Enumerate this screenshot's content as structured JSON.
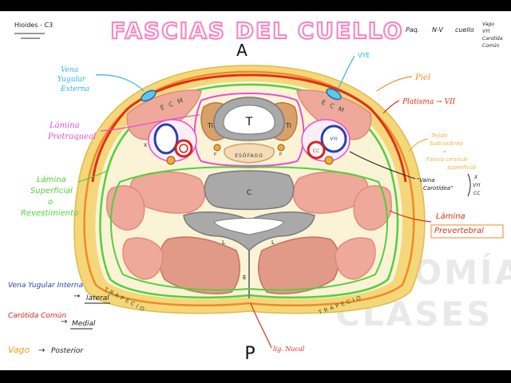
{
  "title": "FASCIAS DEL CUELLO",
  "corner_note": "Hioides - C3",
  "top_ref": {
    "prefix": "Paq.",
    "name": "N-V",
    "region": "cuello",
    "items": [
      "Vago",
      "VYI",
      "Carotida",
      "Común"
    ]
  },
  "orientation": {
    "anterior": "A",
    "posterior": "P"
  },
  "labels": {
    "vena_yugular_externa": [
      "Vena",
      "Yugular",
      "Externa"
    ],
    "vye": "VYE",
    "piel": "Piel",
    "platisma": "Platisma → VII",
    "lamina_pretraqueal": [
      "Lámina",
      "Pretraqueal"
    ],
    "tejido_subcutaneo": [
      "Tejido",
      "Subcutáneo",
      "+",
      "Fascia cervical",
      "superficial"
    ],
    "vaina_carotidea": [
      "\"Vaina",
      "Carotídea\""
    ],
    "vaina_contents": [
      "X",
      "VYI",
      "CC"
    ],
    "lamina_superficial": [
      "Lámina",
      "Superficial",
      "o",
      "Revestimiento"
    ],
    "lamina_prevertebral": [
      "Lámina",
      "Prevertebral"
    ],
    "lig_nucal": "lig. Nucal"
  },
  "structures": {
    "trachea": "T",
    "thyroid_left": "Ti",
    "thyroid_right": "Ti",
    "esophagus": "ESÓFAGO",
    "vertebral_body": "C",
    "lamina_left": "L",
    "lamina_right": "L",
    "spinous": "E",
    "scm_left": "ECM",
    "scm_right": "ECM",
    "trapecio_left": "TRAPECIO",
    "trapecio_right": "TRAPECIO",
    "vessel_vyi": "VYI",
    "vessel_cc": "CC",
    "nerve_x_left": "X",
    "nerve_p_left": "P",
    "nerve_p_right": "P",
    "small_p_left": "P",
    "small_p_right": "P"
  },
  "legend": [
    {
      "term": "Vena Yugular Interna",
      "arrow": "→",
      "position": "lateral",
      "color": "#2a3fb0"
    },
    {
      "term": "Carótida Común",
      "arrow": "→",
      "position": "Medial",
      "color": "#d9221d"
    },
    {
      "term": "Vago",
      "arrow": "→",
      "position": "Posterior",
      "color": "#e8a117"
    }
  ],
  "watermark": [
    "ANATOMÍA",
    "CLASES"
  ],
  "colors": {
    "pink_title": "#f28bc4",
    "green_fascia": "#4fd13c",
    "pink_fascia": "#e84fd1",
    "red_platysma": "#e0301c",
    "yellow_subcut": "#f4d77a",
    "muscle": "#e08a7a",
    "muscle_fill": "#eea99a",
    "bone_gray": "#a9a9a9",
    "vein_blue": "#2a3fb0",
    "artery_red": "#d9221d",
    "nerve_orange": "#f2a93b",
    "orange_label": "#f28a26",
    "cyan": "#2fb6d6"
  }
}
